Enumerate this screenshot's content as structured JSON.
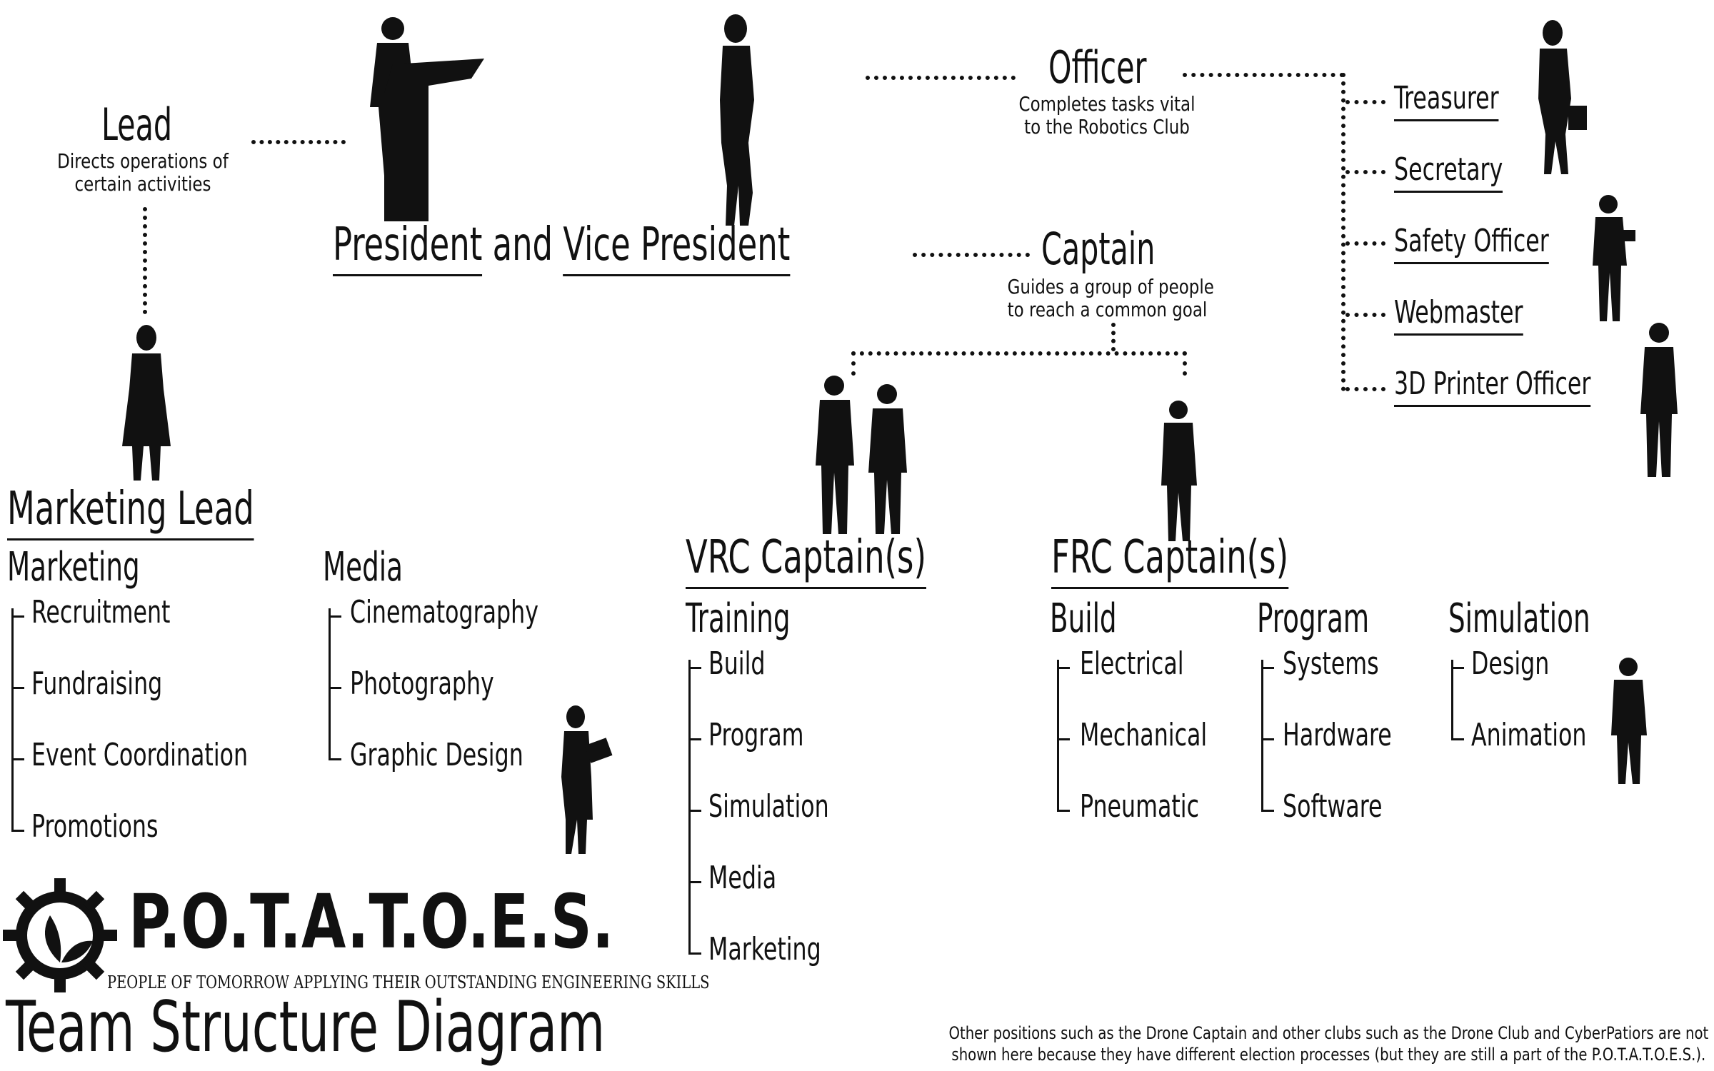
{
  "lead": {
    "title": "Lead",
    "desc_line1": "Directs operations of",
    "desc_line2": "certain activities"
  },
  "president": {
    "left": "President",
    "and": "and",
    "right": "Vice President"
  },
  "officer": {
    "title": "Officer",
    "desc_line1": "Completes  tasks vital",
    "desc_line2": "to the Robotics Club",
    "roles": [
      "Treasurer",
      "Secretary",
      "Safety Officer",
      "Webmaster",
      "3D Printer Officer"
    ]
  },
  "captain": {
    "title": "Captain",
    "desc_line1": "Guides a group of people",
    "desc_line2": "to reach a common goal"
  },
  "marketing_lead": {
    "title": "Marketing Lead",
    "marketing": {
      "title": "Marketing",
      "items": [
        "Recruitment",
        "Fundraising",
        "Event Coordination",
        "Promotions"
      ]
    },
    "media": {
      "title": "Media",
      "items": [
        "Cinematography",
        "Photography",
        "Graphic Design"
      ]
    }
  },
  "vrc": {
    "title": "VRC Captain(s)",
    "training": {
      "title": "Training",
      "items": [
        "Build",
        "Program",
        "Simulation",
        "Media",
        "Marketing"
      ]
    }
  },
  "frc": {
    "title": "FRC Captain(s)",
    "build": {
      "title": "Build",
      "items": [
        "Electrical",
        "Mechanical",
        "Pneumatic"
      ]
    },
    "program": {
      "title": "Program",
      "items": [
        "Systems",
        "Hardware",
        "Software"
      ]
    },
    "simulation": {
      "title": "Simulation",
      "items": [
        "Design",
        "Animation"
      ]
    }
  },
  "branding": {
    "name": "P.O.T.A.T.O.E.S.",
    "tagline": "PEOPLE OF TOMORROW APPLYING THEIR OUTSTANDING ENGINEERING SKILLS",
    "diagram_title": "Team Structure Diagram"
  },
  "footnote": {
    "line1": "Other positions such as the Drone Captain and other clubs such as the Drone Club and CyberPatiors are not",
    "line2": "shown here because they have different election processes (but they are still a part of the P.O.T.A.T.O.E.S.)."
  },
  "colors": {
    "ink": "#111111",
    "background": "#ffffff"
  }
}
